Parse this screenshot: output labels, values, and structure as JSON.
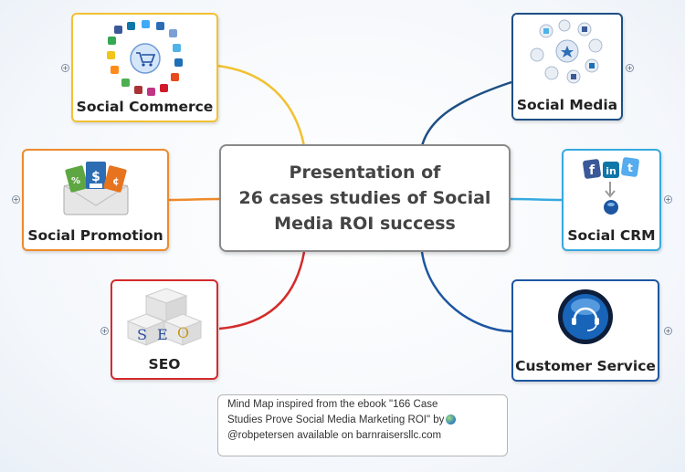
{
  "central_topic": {
    "line1": "Presentation of",
    "line2": "26 cases studies of Social",
    "line3": "Media ROI success"
  },
  "topics": {
    "social_commerce": {
      "label": "Social Commerce",
      "color": "#f2c131"
    },
    "social_promotion": {
      "label": "Social Promotion",
      "color": "#ee8a2a"
    },
    "seo": {
      "label": "SEO",
      "color": "#d42b2b",
      "art_letters": [
        "S",
        "E",
        "O"
      ]
    },
    "social_media": {
      "label": "Social Media",
      "color": "#1e4f84"
    },
    "social_crm": {
      "label": "Social CRM",
      "color": "#36a9e0"
    },
    "customer_service": {
      "label": "Customer Service",
      "color": "#1d56a0"
    }
  },
  "note": {
    "line1": "Mind Map inspired from the ebook \"166 Case",
    "line2": "Studies Prove Social Media Marketing ROI\" by",
    "line3": "@robpetersen available on barnraisersllc.com"
  },
  "expand_symbol": "+"
}
